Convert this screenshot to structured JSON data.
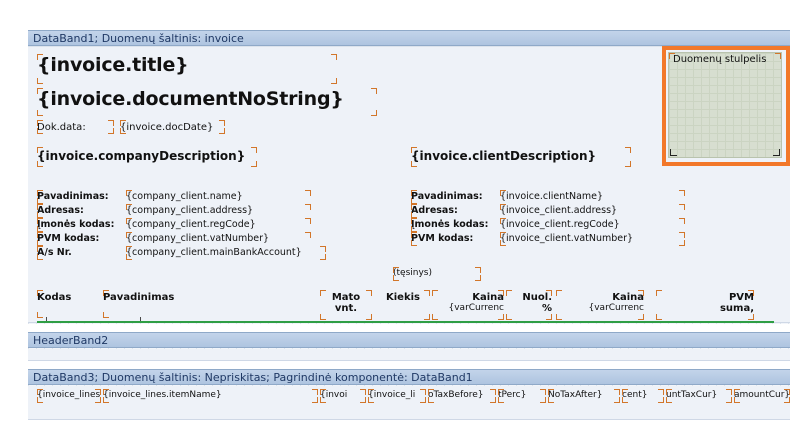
{
  "colors": {
    "band_header_bg": "#b8cce4",
    "band_header_text": "#1f3864",
    "selection_border": "#f2782a",
    "data_column_fill": "#d7ded0",
    "rule_green": "#2f9e44",
    "component_mark": "#d2762a"
  },
  "bands": [
    {
      "id": "databand1",
      "caption": "DataBand1; Duomenų šaltinis: invoice"
    },
    {
      "id": "headerband2",
      "caption": "HeaderBand2"
    },
    {
      "id": "databand3",
      "caption": "DataBand3; Duomenų šaltinis: Nepriskitas; Pagrindinė komponentė: DataBand1"
    }
  ],
  "databand1": {
    "title": "{invoice.title}",
    "document_no": "{invoice.documentNoString}",
    "doc_date_label": "Dok.data:",
    "doc_date_value": "{invoice.docDate}",
    "company_description": "{invoice.companyDescription}",
    "client_description": "{invoice.clientDescription}",
    "continuation": "(tęsinys)",
    "company_fields": [
      {
        "label": "Pavadinimas:",
        "value": "{company_client.name}"
      },
      {
        "label": "Adresas:",
        "value": "{company_client.address}"
      },
      {
        "label": "Įmonės kodas:",
        "value": "{company_client.regCode}"
      },
      {
        "label": "PVM kodas:",
        "value": "{company_client.vatNumber}"
      },
      {
        "label": "A/s Nr.",
        "value": "{company_client.mainBankAccount}"
      }
    ],
    "client_fields": [
      {
        "label": "Pavadinimas:",
        "value": "{invoice.clientName}"
      },
      {
        "label": "Adresas:",
        "value": "{invoice_client.address}"
      },
      {
        "label": "Įmonės kodas:",
        "value": "{invoice_client.regCode}"
      },
      {
        "label": "PVM kodas:",
        "value": "{invoice_client.vatNumber}"
      }
    ],
    "table_columns": [
      {
        "line1": "Kodas",
        "line2": ""
      },
      {
        "line1": "Pavadinimas",
        "line2": ""
      },
      {
        "line1": "Mato",
        "line2": "vnt."
      },
      {
        "line1": "Kiekis",
        "line2": ""
      },
      {
        "line1": "Kaina",
        "line2": "{varCurrenc"
      },
      {
        "line1": "Nuol.",
        "line2": "%"
      },
      {
        "line1": "Kaina",
        "line2": "{varCurrenc"
      },
      {
        "line1": "PVM",
        "line2": "suma,"
      }
    ]
  },
  "databand3": {
    "cells": [
      "{invoice_lines",
      "{invoice_lines.itemName}",
      "{invoi",
      "{invoice_li",
      "oTaxBefore}",
      "tPerc}",
      "NoTaxAfter}",
      "cent}",
      "untTaxCur}",
      "amountCur}"
    ]
  },
  "selected_component": {
    "caption": "Duomenų stulpelis",
    "name": "data-column-component"
  }
}
